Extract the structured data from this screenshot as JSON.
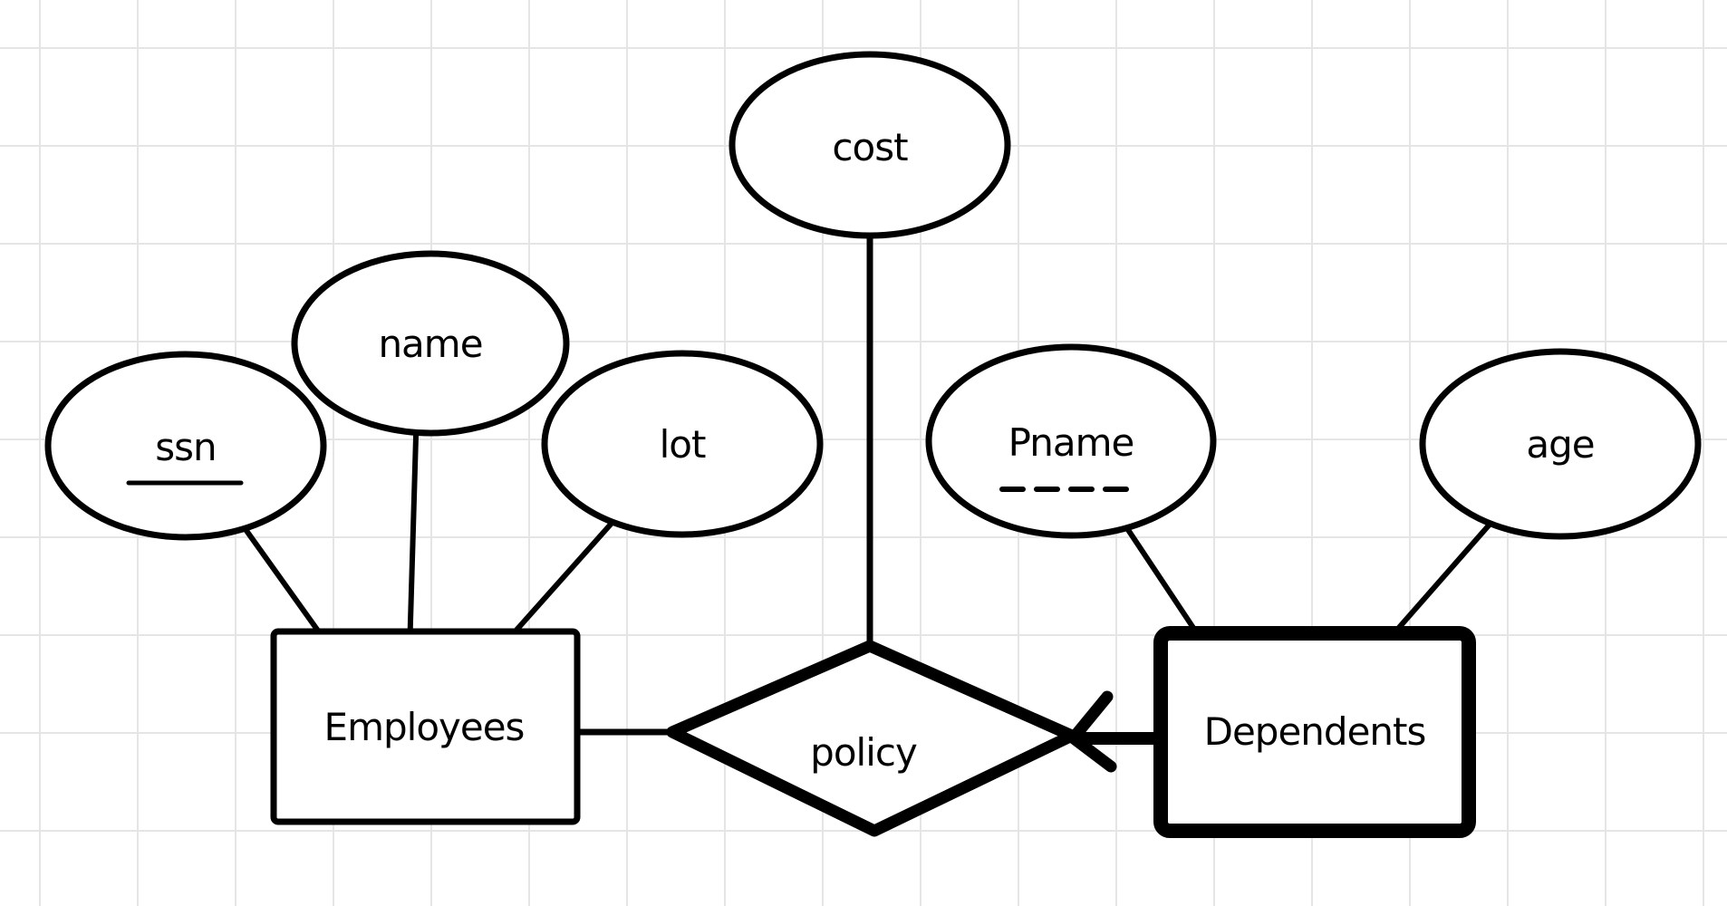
{
  "canvas": {
    "background_color": "#ffffff",
    "grid_color": "#e5e5e5",
    "ink_color": "#000000",
    "style": "hand-drawn whiteboard ER diagram"
  },
  "diagram": {
    "entities": [
      {
        "label": "Employees",
        "shape": "rectangle",
        "border": "normal"
      },
      {
        "label": "Dependents",
        "shape": "rectangle",
        "border": "bold"
      }
    ],
    "relationship": {
      "label": "policy",
      "shape": "diamond",
      "border": "bold"
    },
    "attributes": [
      {
        "label": "ssn",
        "underline": "solid",
        "connected_to": "Employees"
      },
      {
        "label": "name",
        "underline": "none",
        "connected_to": "Employees"
      },
      {
        "label": "lot",
        "underline": "none",
        "connected_to": "Employees"
      },
      {
        "label": "cost",
        "underline": "none",
        "connected_to": "policy"
      },
      {
        "label": "Pname",
        "underline": "dashed",
        "connected_to": "Dependents"
      },
      {
        "label": "age",
        "underline": "none",
        "connected_to": "Dependents"
      }
    ],
    "connections": [
      {
        "from": "Employees",
        "to": "policy",
        "style": "thin line"
      },
      {
        "from": "Dependents",
        "to": "policy",
        "style": "bold line with arrowhead pointing into policy"
      }
    ]
  }
}
